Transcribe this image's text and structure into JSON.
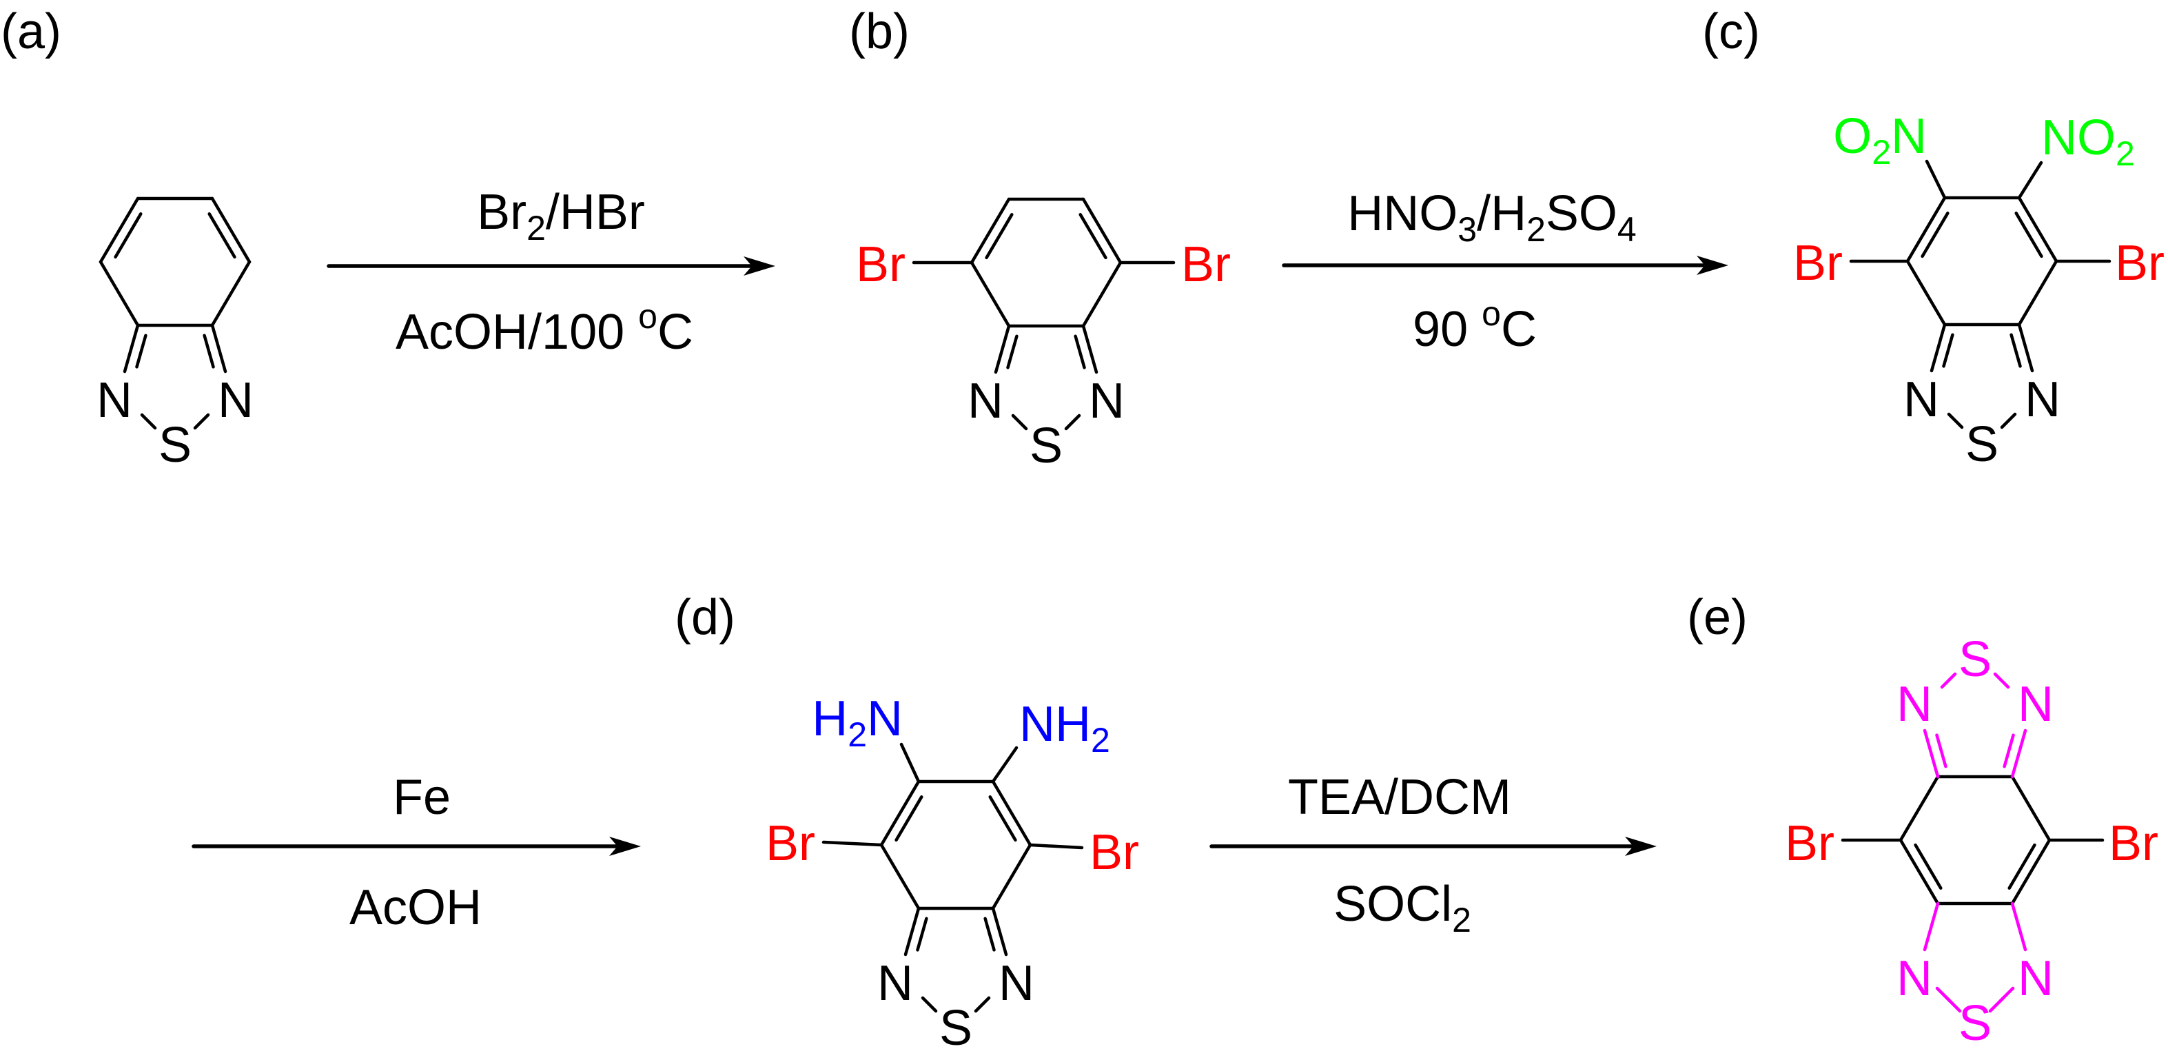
{
  "colors": {
    "default": "#000000",
    "bromine": "#ff0000",
    "nitro": "#00ff00",
    "amine": "#0000ff",
    "new_thiadiazole": "#ff00ff"
  },
  "panel_labels": {
    "a": "(a)",
    "b": "(b)",
    "c": "(c)",
    "d": "(d)",
    "e": "(e)"
  },
  "compounds": {
    "a": {
      "thiadiazole": [
        [
          {
            "t": "N"
          }
        ],
        [
          {
            "t": "N"
          }
        ],
        [
          {
            "t": "S"
          }
        ]
      ]
    },
    "b": {
      "thiadiazole": [
        [
          {
            "t": "N"
          }
        ],
        [
          {
            "t": "N"
          }
        ],
        [
          {
            "t": "S"
          }
        ]
      ],
      "br_left": [
        {
          "t": "Br"
        }
      ],
      "br_right": [
        {
          "t": "Br"
        }
      ]
    },
    "c": {
      "thiadiazole": [
        [
          {
            "t": "N"
          }
        ],
        [
          {
            "t": "N"
          }
        ],
        [
          {
            "t": "S"
          }
        ]
      ],
      "br_left": [
        {
          "t": "Br"
        }
      ],
      "br_right": [
        {
          "t": "Br"
        }
      ],
      "nitro_left": [
        {
          "t": "O"
        },
        {
          "t": "2",
          "sub": true
        },
        {
          "t": "N"
        }
      ],
      "nitro_right": [
        {
          "t": "NO"
        },
        {
          "t": "2",
          "sub": true
        }
      ]
    },
    "d": {
      "thiadiazole": [
        [
          {
            "t": "N"
          }
        ],
        [
          {
            "t": "N"
          }
        ],
        [
          {
            "t": "S"
          }
        ]
      ],
      "br_left": [
        {
          "t": "Br"
        }
      ],
      "br_right": [
        {
          "t": "Br"
        }
      ],
      "amine_left": [
        {
          "t": "H"
        },
        {
          "t": "2",
          "sub": true
        },
        {
          "t": "N"
        }
      ],
      "amine_right": [
        {
          "t": "NH"
        },
        {
          "t": "2",
          "sub": true
        }
      ]
    },
    "e": {
      "thiadiazole_top": [
        [
          {
            "t": "N"
          }
        ],
        [
          {
            "t": "N"
          }
        ],
        [
          {
            "t": "S"
          }
        ]
      ],
      "thiadiazole_bottom": [
        [
          {
            "t": "N"
          }
        ],
        [
          {
            "t": "N"
          }
        ],
        [
          {
            "t": "S"
          }
        ]
      ],
      "br_left": [
        {
          "t": "Br"
        }
      ],
      "br_right": [
        {
          "t": "Br"
        }
      ]
    }
  },
  "steps": [
    {
      "above": [
        {
          "t": "Br"
        },
        {
          "t": "2",
          "sub": true
        },
        {
          "t": "/HBr"
        }
      ],
      "below": [
        {
          "t": "AcOH/100 "
        },
        {
          "t": "o",
          "sup": true
        },
        {
          "t": "C"
        }
      ]
    },
    {
      "above": [
        {
          "t": "HNO"
        },
        {
          "t": "3",
          "sub": true
        },
        {
          "t": "/H"
        },
        {
          "t": "2",
          "sub": true
        },
        {
          "t": "SO"
        },
        {
          "t": "4",
          "sub": true
        }
      ],
      "below": [
        {
          "t": "90 "
        },
        {
          "t": "o",
          "sup": true
        },
        {
          "t": "C"
        }
      ]
    },
    {
      "above": [
        {
          "t": "Fe"
        }
      ],
      "below": [
        {
          "t": "AcOH"
        }
      ]
    },
    {
      "above": [
        {
          "t": "TEA/DCM"
        }
      ],
      "below": [
        {
          "t": "SOCl"
        },
        {
          "t": "2",
          "sub": true
        }
      ]
    }
  ]
}
